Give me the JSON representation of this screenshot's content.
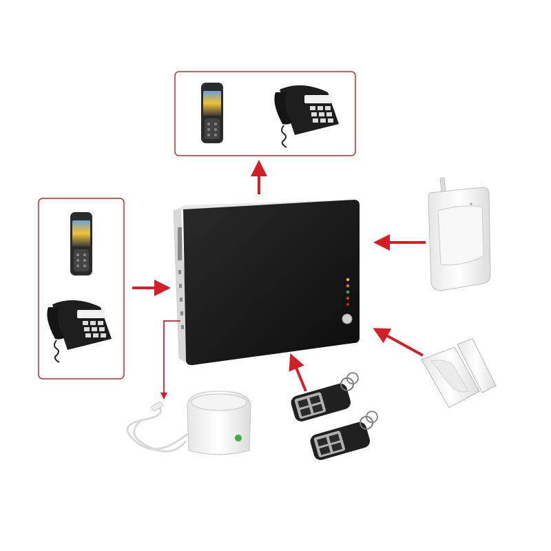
{
  "diagram": {
    "hub": {
      "kind": "gsm-alarm-control-panel",
      "led_colors": [
        "#f0c000",
        "#e08000",
        "#3ab83a",
        "#e83020",
        "#c02020"
      ]
    },
    "components": [
      {
        "id": "notify-box",
        "contents": [
          "mobile-phone",
          "desk-telephone"
        ],
        "direction": "output"
      },
      {
        "id": "control-box",
        "contents": [
          "mobile-phone",
          "desk-telephone"
        ],
        "direction": "input"
      },
      {
        "id": "pir-motion-detector",
        "direction": "input"
      },
      {
        "id": "door-contact-sensor",
        "direction": "input"
      },
      {
        "id": "remote-keyfobs",
        "count": 2,
        "direction": "input"
      },
      {
        "id": "wired-siren",
        "direction": "output"
      }
    ],
    "colors": {
      "arrow": "#d41f26",
      "box_border": "#c8272b",
      "hub_body": "#1a1a1a",
      "device_white": "#f4f4f4"
    }
  }
}
